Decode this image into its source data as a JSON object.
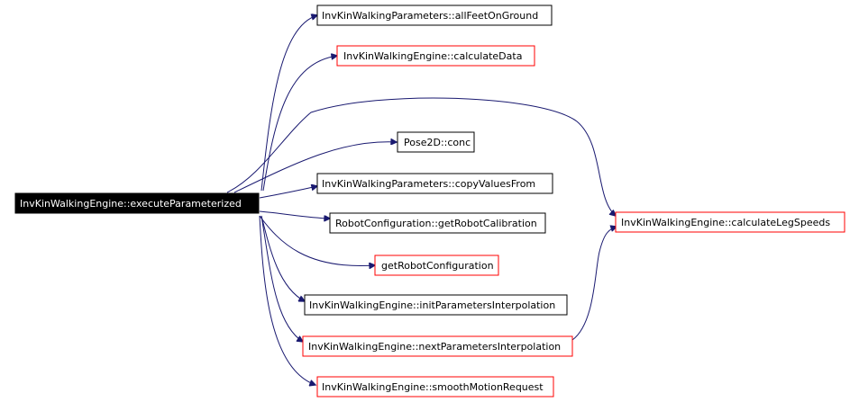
{
  "graph": {
    "root": {
      "label": "InvKinWalkingEngine::executeParameterized"
    },
    "callees": [
      {
        "id": "allFeetOnGround",
        "label": "InvKinWalkingParameters::allFeetOnGround",
        "border": "black"
      },
      {
        "id": "calculateData",
        "label": "InvKinWalkingEngine::calculateData",
        "border": "red"
      },
      {
        "id": "conc",
        "label": "Pose2D::conc",
        "border": "black"
      },
      {
        "id": "copyValuesFrom",
        "label": "InvKinWalkingParameters::copyValuesFrom",
        "border": "black"
      },
      {
        "id": "getRobotCalibration",
        "label": "RobotConfiguration::getRobotCalibration",
        "border": "black"
      },
      {
        "id": "getRobotConfiguration",
        "label": "getRobotConfiguration",
        "border": "red"
      },
      {
        "id": "initParametersInterpolation",
        "label": "InvKinWalkingEngine::initParametersInterpolation",
        "border": "black"
      },
      {
        "id": "nextParametersInterpolation",
        "label": "InvKinWalkingEngine::nextParametersInterpolation",
        "border": "red"
      },
      {
        "id": "smoothMotionRequest",
        "label": "InvKinWalkingEngine::smoothMotionRequest",
        "border": "red"
      },
      {
        "id": "calculateLegSpeeds",
        "label": "InvKinWalkingEngine::calculateLegSpeeds",
        "border": "red"
      }
    ],
    "colors": {
      "edge": "#191970",
      "red_border": "#ff0000",
      "root_fill": "#000000"
    }
  }
}
